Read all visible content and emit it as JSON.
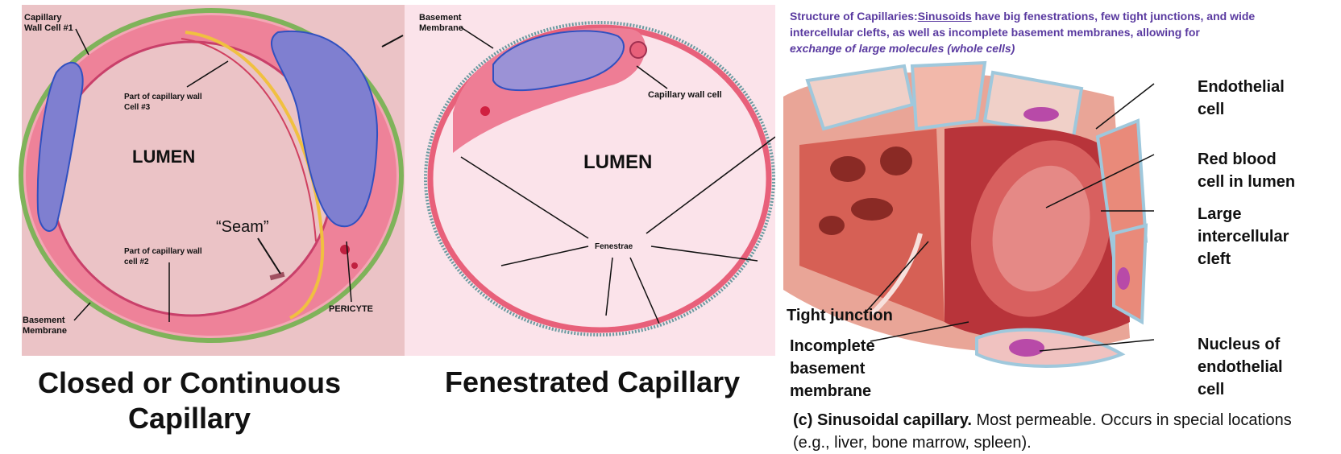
{
  "panel1": {
    "labels": {
      "wall_cell_1": "Capillary\nWall Cell #1",
      "part_cell_3": "Part of capillary wall\nCell #3",
      "lumen": "LUMEN",
      "seam": "“Seam”",
      "part_cell_2": "Part of capillary wall\ncell #2",
      "basement_membrane": "Basement\nMembrane",
      "pericyte": "PERICYTE"
    },
    "title": "Closed or Continuous\nCapillary"
  },
  "panel2": {
    "labels": {
      "basement_membrane": "Basement\nMembrane",
      "capillary_wall_cell": "Capillary wall cell",
      "lumen": "LUMEN",
      "fenestrae": "Fenestrae"
    },
    "title": "Fenestrated Capillary"
  },
  "panel3": {
    "note_prefix": "Structure of Capillaries:",
    "note_link": "Sinusoids",
    "note_body": " have big fenestrations, few tight junctions, and wide intercellular clefts, as well as incomplete basement membranes, allowing for",
    "note_italic": "exchange of large molecules (whole cells)",
    "labels": {
      "endothelial_cell": "Endothelial\ncell",
      "red_blood_cell": "Red blood\ncell in lumen",
      "large_cleft": "Large\nintercellular\ncleft",
      "tight_junction": "Tight junction",
      "incomplete_bm": "Incomplete\nbasement\nmembrane",
      "nucleus": "Nucleus of\nendothelial\ncell"
    },
    "caption_bold": "(c) Sinusoidal capillary.",
    "caption_text": " Most permeable. Occurs in special locations (e.g., liver, bone marrow, spleen)."
  },
  "colors": {
    "panel1_bg": "#ebc3c6",
    "panel2_bg": "#fbe3ea",
    "wall_pink": "#e8607a",
    "nucleus_blue": "#7f7fd0",
    "membrane_green": "#7fb35a",
    "sinusoid_red": "#d9574f",
    "note_purple": "#5a3aa0"
  }
}
